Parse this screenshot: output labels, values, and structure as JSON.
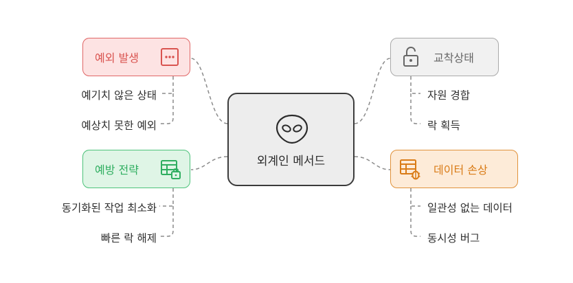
{
  "center": {
    "label": "외계인 메서드"
  },
  "branches": [
    {
      "id": "n1",
      "label": "예외 발생",
      "icon": "ellipsis-box-icon",
      "color": "#e06666",
      "children": [
        "예기치 않은 상태",
        "예상치 못한 예외"
      ]
    },
    {
      "id": "n2",
      "label": "교착상태",
      "icon": "unlock-icon",
      "color": "#a9a9a9",
      "children": [
        "자원 경합",
        "락 획득"
      ]
    },
    {
      "id": "n3",
      "label": "예방 전략",
      "icon": "table-lock-icon",
      "color": "#4cc27a",
      "children": [
        "동기화된 작업 최소화",
        "빠른 락 해제"
      ]
    },
    {
      "id": "n4",
      "label": "데이터 손상",
      "icon": "table-bug-icon",
      "color": "#e0913a",
      "children": [
        "일관성 없는 데이터",
        "동시성 버그"
      ]
    }
  ]
}
